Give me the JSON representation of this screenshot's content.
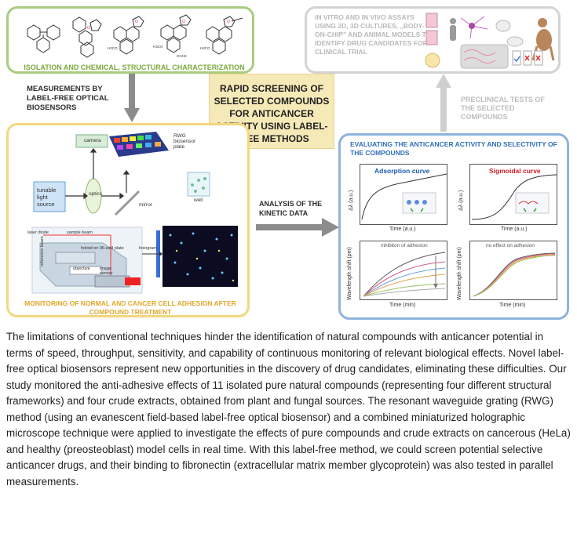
{
  "isolation": {
    "label": "ISOLATION AND CHEMICAL, STRUCTURAL CHARACTERIZATION"
  },
  "in_vivo": {
    "text": "IN VITRO AND IN VIVO ASSAYS USING 2D, 3D CULTURES, „BODY-ON-CHIP” AND ANIMAL MODELS TO IDENTIFY DRUG CANDIDATES FOR CLINICAL TRIAL"
  },
  "measurements_label": "MEASUREMENTS BY LABEL-FREE OPTICAL BIOSENSORS",
  "center": {
    "title": "RAPID SCREENING OF SELECTED COMPOUNDS FOR ANTICANCER ACTIVITY USING LABEL-FREE METHODS"
  },
  "preclinical_label": "PRECLINICAL TESTS OF THE SELECTED COMPOUNDS",
  "analysis_label": "ANALYSIS OF THE KINETIC DATA",
  "monitoring": {
    "label": "MONITORING OF NORMAL AND CANCER CELL ADHESION AFTER COMPOUND TREATMENT",
    "camera": "camera",
    "rwg": "RWG biosensor plate",
    "tunable": "tunable light source",
    "optics": "optics",
    "mirror": "mirror",
    "well": "well",
    "laser": "laser diode",
    "sample_beam": "sample beam",
    "reference_beam": "reference beam",
    "holoid": "holoid on 96-well plate",
    "objective": "objective",
    "image_sensor": "image sensor",
    "hologram": "hologram"
  },
  "evaluation": {
    "title": "EVALUATING THE ANTICANCER ACTIVITY AND SELECTIVITY OF THE COMPOUNDS",
    "adsorption": "Adsorption curve",
    "sigmoidal": "Sigmoidal curve",
    "time_au": "Time (a.u.)",
    "delta_au": "Δλ (a.u.)",
    "inhibition": "inhibiton of adhesion",
    "no_effect": "no effect on adhesion",
    "time_min": "Time (min)",
    "wl_shift": "Wavelength shift (pm)"
  },
  "paragraph": "The limitations of conventional techniques hinder the identification of natural compounds with anticancer potential in terms of speed, throughput, sensitivity, and capability of continuous monitoring of relevant biological effects. Novel label-free optical biosensors represent new opportunities in the discovery of drug candidates, eliminating these difficulties. Our study monitored the anti-adhesive effects of 11 isolated pure natural compounds (representing four different structural frameworks) and four crude extracts, obtained from plant and fungal sources. The resonant waveguide grating (RWG) method (using an evanescent field-based label-free optical biosensor) and a combined miniaturized holographic microscope technique were applied to investigate the effects of pure compounds and crude extracts on cancerous (HeLa) and healthy (preosteoblast) model cells in real time. With this label-free method, we could screen potential selective anticancer drugs, and their binding to fibronectin (extracellular matrix member glycoprotein) was also tested in parallel measurements.",
  "colors": {
    "green": "#a9cd7e",
    "yellow": "#f2d77d",
    "blue": "#8fb3dc",
    "grey": "#d3d3d3"
  }
}
